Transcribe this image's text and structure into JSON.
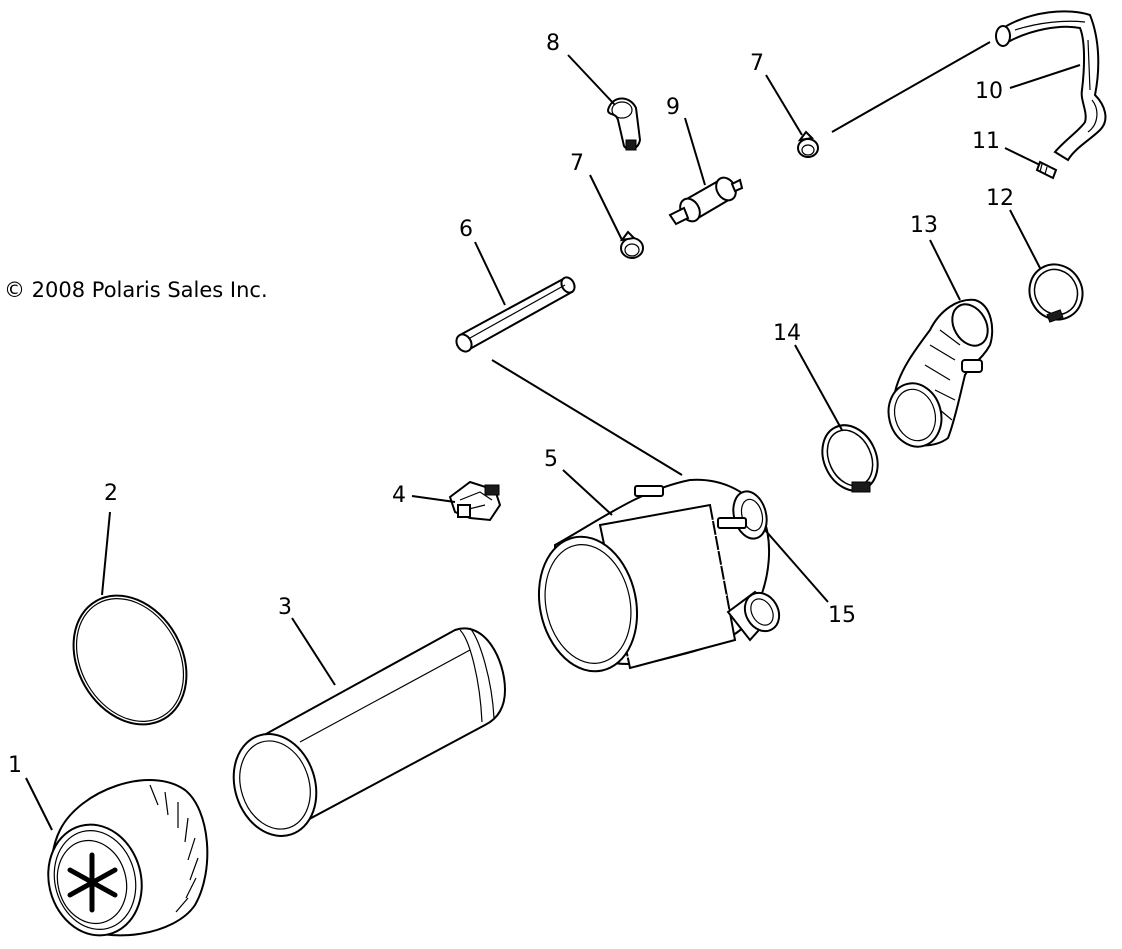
{
  "copyright": "© 2008 Polaris Sales Inc.",
  "callouts": {
    "c1": "1",
    "c2": "2",
    "c3": "3",
    "c4": "4",
    "c5": "5",
    "c6": "6",
    "c7a": "7",
    "c7b": "7",
    "c8": "8",
    "c9": "9",
    "c10": "10",
    "c11": "11",
    "c12": "12",
    "c13": "13",
    "c14": "14",
    "c15": "15"
  }
}
